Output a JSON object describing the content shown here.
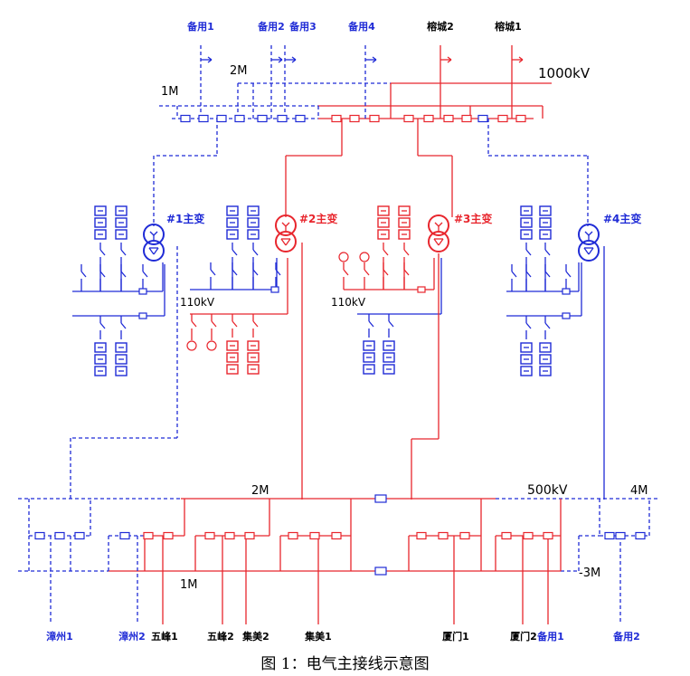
{
  "colors": {
    "blue": "#1f2bd6",
    "red": "#e8262d",
    "ink": "#000000"
  },
  "caption": "图 1：电气主接线示意图",
  "labels_1000kv": {
    "voltage": "1000kV",
    "bus_1m": "1M",
    "bus_2m": "2M",
    "feeders": [
      "备用1",
      "备用2",
      "备用3",
      "备用4",
      "榕城2",
      "榕城1"
    ]
  },
  "transformers": [
    "#1主变",
    "#2主变",
    "#3主变",
    "#4主变"
  ],
  "labels_110kv": [
    "110kV",
    "110kV"
  ],
  "labels_500kv": {
    "voltage": "500kV",
    "bus_1m": "1M",
    "bus_2m": "2M",
    "bus_3m": "-3M",
    "bus_4m": "4M",
    "feeders": [
      "漳州1",
      "漳州2",
      "五峰1",
      "五峰2",
      "集美2",
      "集美1",
      "厦门1",
      "厦门2",
      "备用1",
      "备用2"
    ]
  }
}
